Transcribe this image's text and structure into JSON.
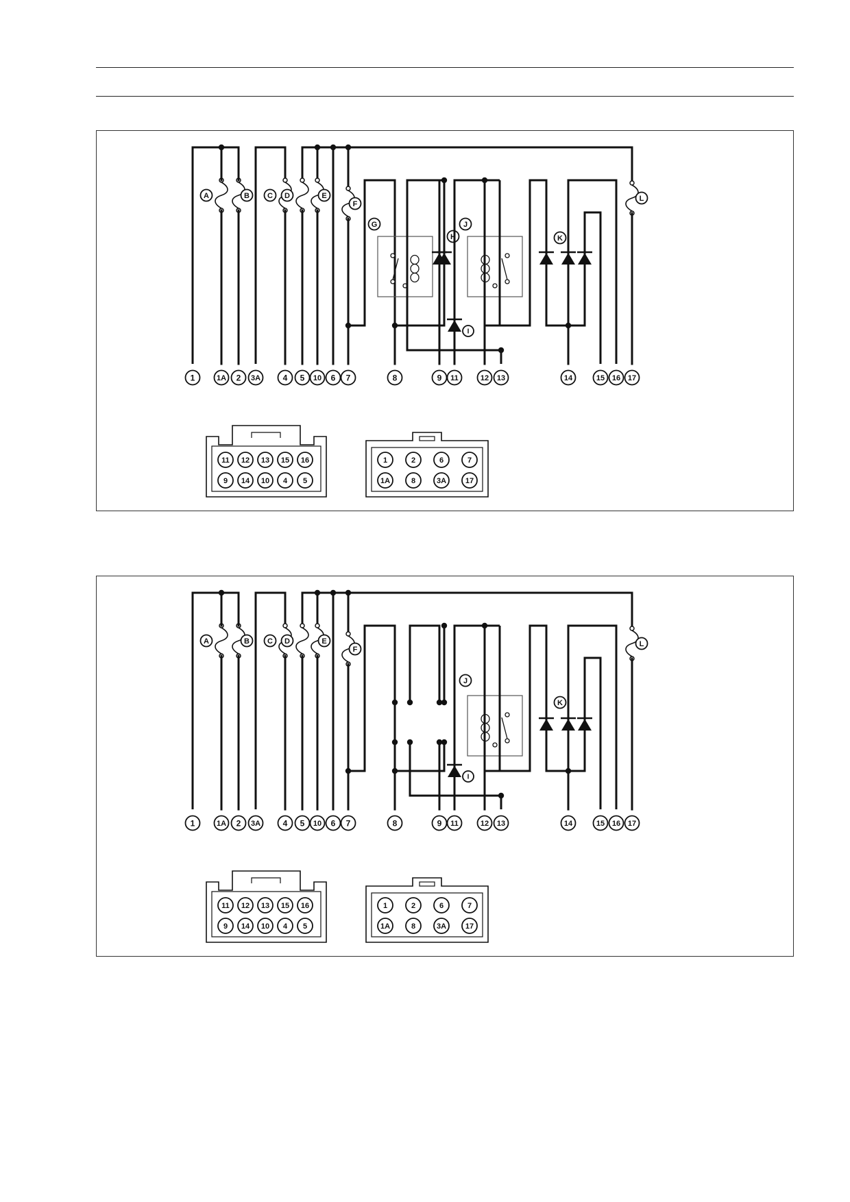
{
  "header": {
    "title": ""
  },
  "diagrams": [
    {
      "id": "top",
      "fuse_labels": [
        "A",
        "B",
        "C",
        "D",
        "E",
        "F",
        "L"
      ],
      "component_labels": [
        "G",
        "H",
        "I",
        "J",
        "K"
      ],
      "terminals": [
        "1",
        "1A",
        "2",
        "3A",
        "4",
        "5",
        "10",
        "6",
        "7",
        "8",
        "9",
        "11",
        "12",
        "13",
        "14",
        "15",
        "16",
        "17"
      ],
      "connector_left": {
        "row1": [
          "11",
          "12",
          "13",
          "15",
          "16"
        ],
        "row2": [
          "9",
          "14",
          "10",
          "4",
          "5"
        ]
      },
      "connector_right": {
        "row1": [
          "1",
          "2",
          "6",
          "7"
        ],
        "row2": [
          "1A",
          "8",
          "3A",
          "17"
        ]
      }
    },
    {
      "id": "bottom",
      "fuse_labels": [
        "A",
        "B",
        "C",
        "D",
        "E",
        "F",
        "L"
      ],
      "component_labels": [
        "I",
        "J",
        "K"
      ],
      "terminals": [
        "1",
        "1A",
        "2",
        "3A",
        "4",
        "5",
        "10",
        "6",
        "7",
        "8",
        "9",
        "11",
        "12",
        "13",
        "14",
        "15",
        "16",
        "17"
      ],
      "connector_left": {
        "row1": [
          "11",
          "12",
          "13",
          "15",
          "16"
        ],
        "row2": [
          "9",
          "14",
          "10",
          "4",
          "5"
        ]
      },
      "connector_right": {
        "row1": [
          "1",
          "2",
          "6",
          "7"
        ],
        "row2": [
          "1A",
          "8",
          "3A",
          "17"
        ]
      }
    }
  ]
}
